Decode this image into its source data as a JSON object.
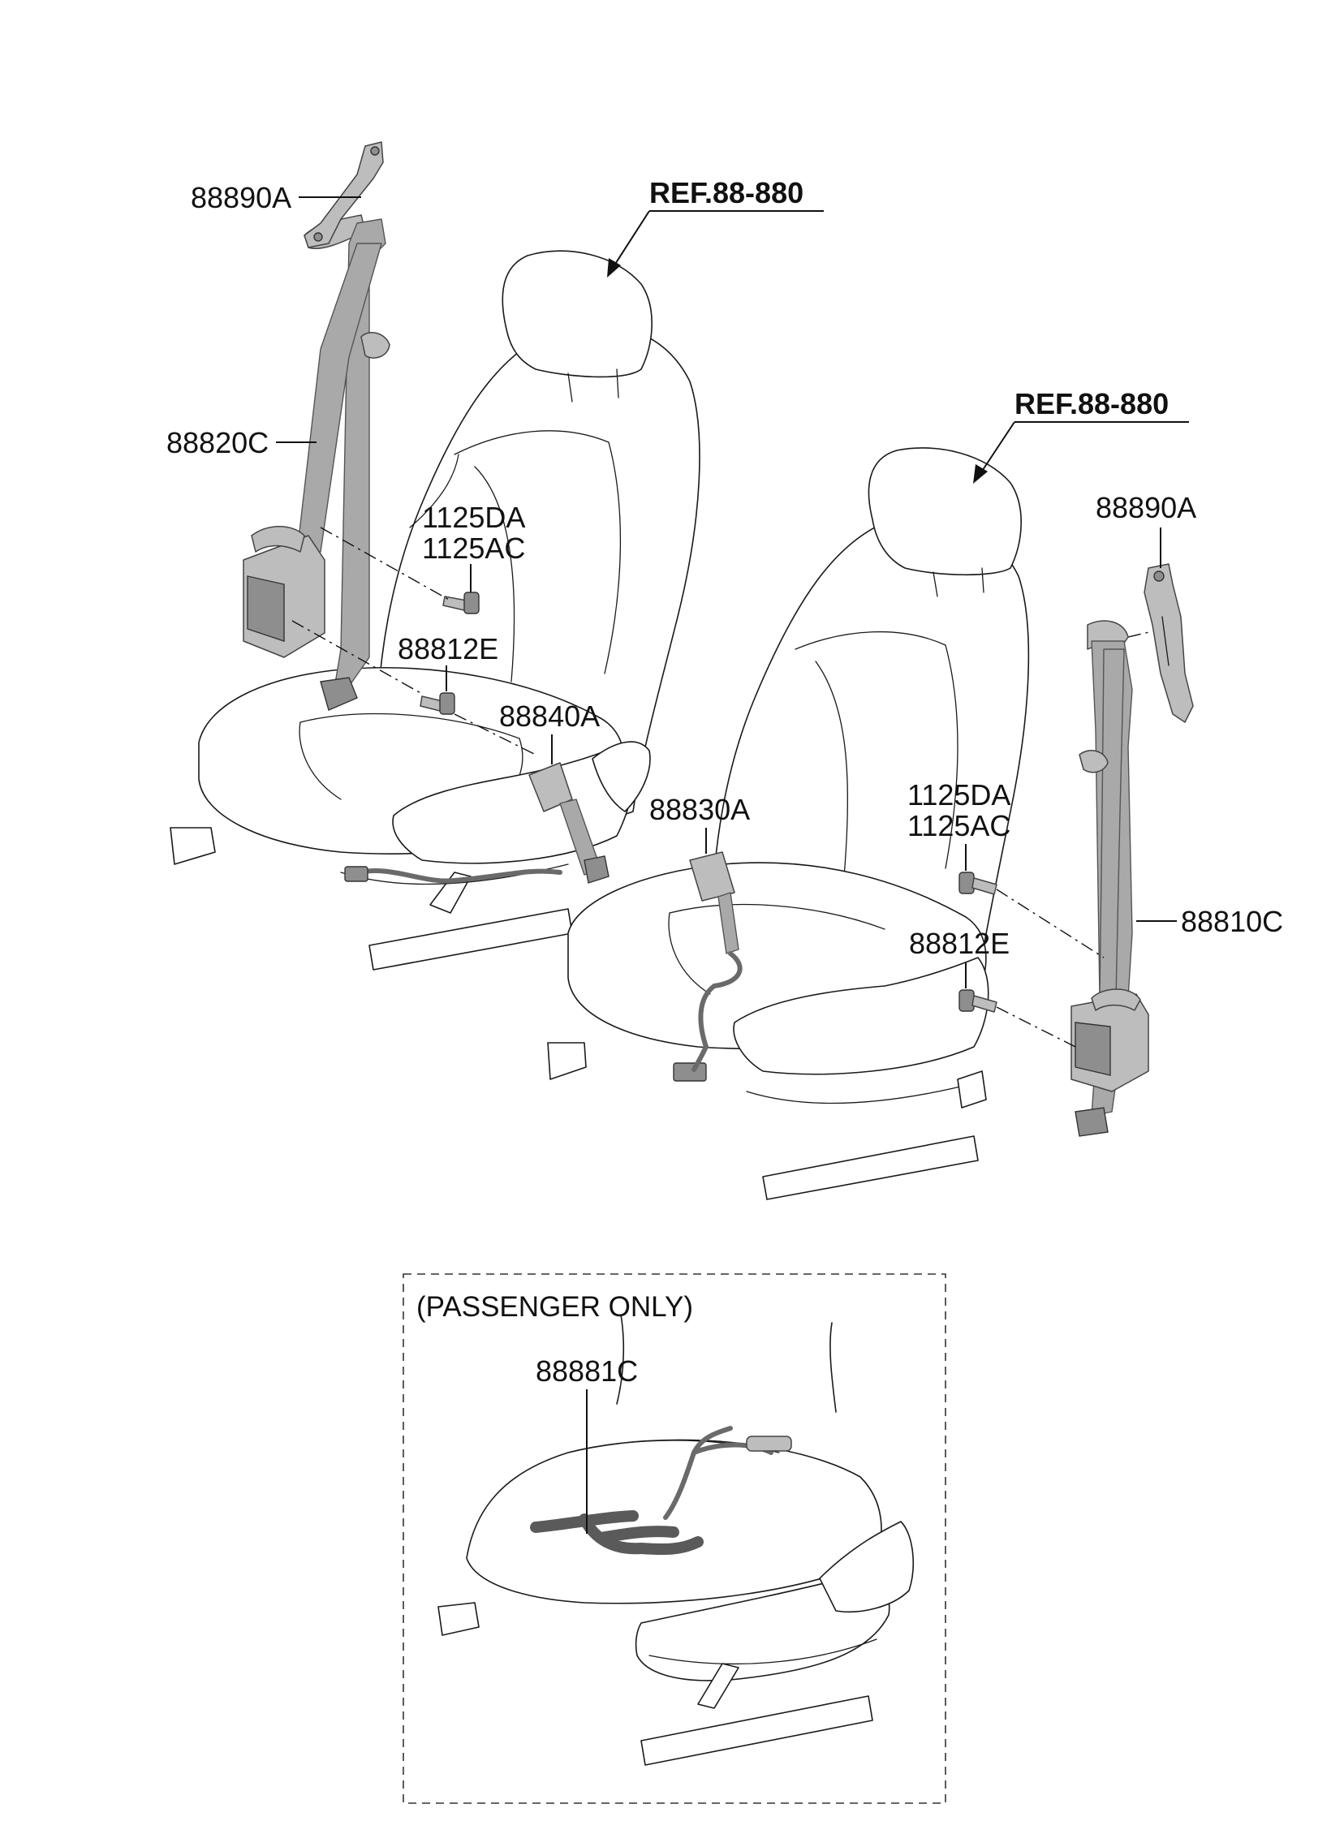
{
  "labels": {
    "bracket_left": "88890A",
    "retractor_left": "88820C",
    "bolt_left_a": "1125DA",
    "bolt_left_b": "1125AC",
    "bolt_left_lower": "88812E",
    "buckle_left": "88840A",
    "buckle_right": "88830A",
    "bracket_right": "88890A",
    "bolt_right_a": "1125DA",
    "bolt_right_b": "1125AC",
    "bolt_right_lower": "88812E",
    "retractor_right": "88810C",
    "sensor_mat": "88881C"
  },
  "references": {
    "left_seat": "REF.88-880",
    "right_seat": "REF.88-880"
  },
  "inset": {
    "title": "(PASSENGER ONLY)"
  }
}
